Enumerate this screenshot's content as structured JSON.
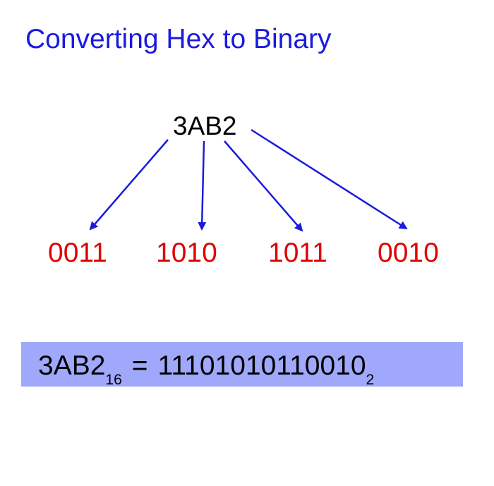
{
  "title": "Converting Hex to Binary",
  "hex_value": "3AB2",
  "nibbles": [
    "0011",
    "1010",
    "1011",
    "0010"
  ],
  "result": {
    "hex": "3AB2",
    "hex_base": "16",
    "equals": "=",
    "binary": "11101010110010",
    "binary_base": "2"
  },
  "colors": {
    "title": "#1a1adf",
    "arrows": "#1a1adf",
    "nibbles": "#e00000",
    "result_bar": "#a0a8fb"
  }
}
